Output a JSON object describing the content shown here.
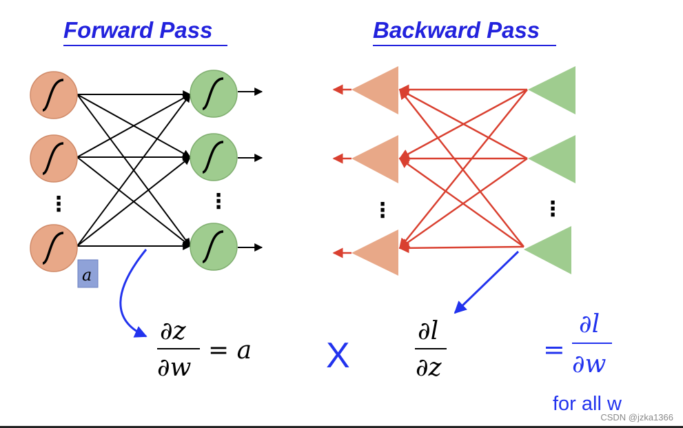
{
  "titles": {
    "forward": "Forward Pass",
    "backward": "Backward Pass"
  },
  "labels": {
    "a_box": "a",
    "vdots": "⋮"
  },
  "equation": {
    "fwd_num": "∂z",
    "fwd_den": "∂w",
    "fwd_rhs": "= a",
    "times": "X",
    "bwd_num": "∂l",
    "bwd_den": "∂z",
    "eq": "=",
    "res_num": "∂l",
    "res_den": "∂w",
    "note": "for all w"
  },
  "watermark": "CSDN @jzka1366",
  "colors": {
    "title": "#2222dd",
    "orange_node": "#e8a888",
    "green_node": "#9fcc8f",
    "red_edge": "#d94030",
    "blue_arrow": "#2233ee",
    "a_box": "#8fa2d8"
  }
}
